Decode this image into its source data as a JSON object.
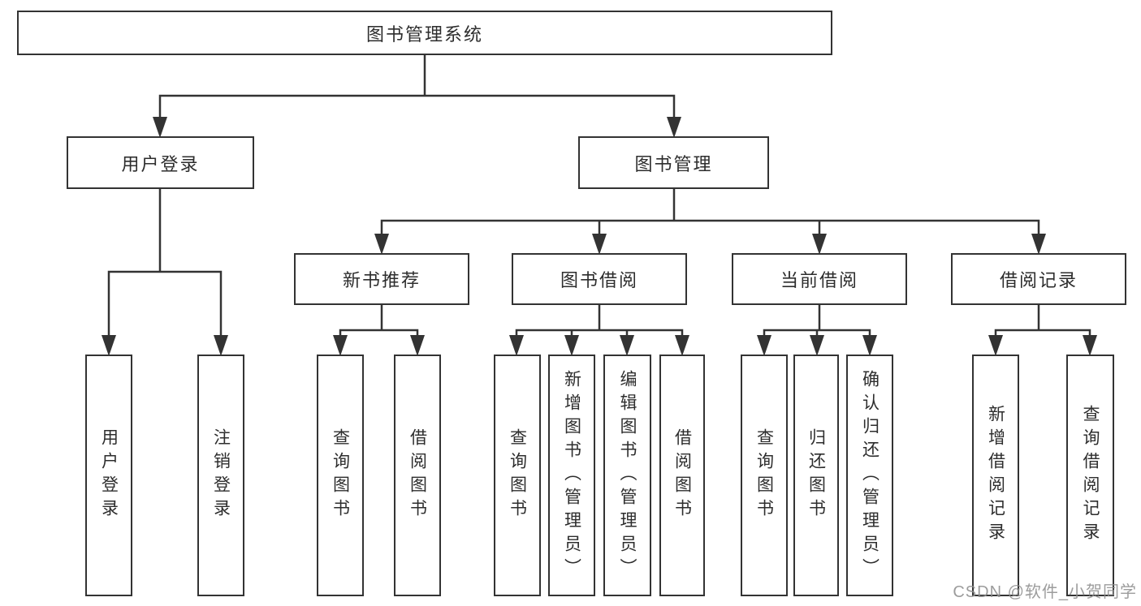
{
  "tree": {
    "root": {
      "label": "图书管理系统",
      "children": [
        {
          "label": "用户登录",
          "children": [
            {
              "label": "用户登录"
            },
            {
              "label": "注销登录"
            }
          ]
        },
        {
          "label": "图书管理",
          "children": [
            {
              "label": "新书推荐",
              "children": [
                {
                  "label": "查询图书"
                },
                {
                  "label": "借阅图书"
                }
              ]
            },
            {
              "label": "图书借阅",
              "children": [
                {
                  "label": "查询图书"
                },
                {
                  "label": "新增图书（管理员）"
                },
                {
                  "label": "编辑图书（管理员）"
                },
                {
                  "label": "借阅图书"
                }
              ]
            },
            {
              "label": "当前借阅",
              "children": [
                {
                  "label": "查询图书"
                },
                {
                  "label": "归还图书"
                },
                {
                  "label": "确认归还（管理员）"
                }
              ]
            },
            {
              "label": "借阅记录",
              "children": [
                {
                  "label": "新增借阅记录"
                },
                {
                  "label": "查询借阅记录"
                }
              ]
            }
          ]
        }
      ]
    }
  },
  "watermark": {
    "text": "CSDN @软件_小贺同学",
    "color": "#8f8f8f"
  },
  "colors": {
    "line": "#333333",
    "box_border": "#333333",
    "box_background": "#ffffff",
    "text": "#2d2d2d"
  }
}
